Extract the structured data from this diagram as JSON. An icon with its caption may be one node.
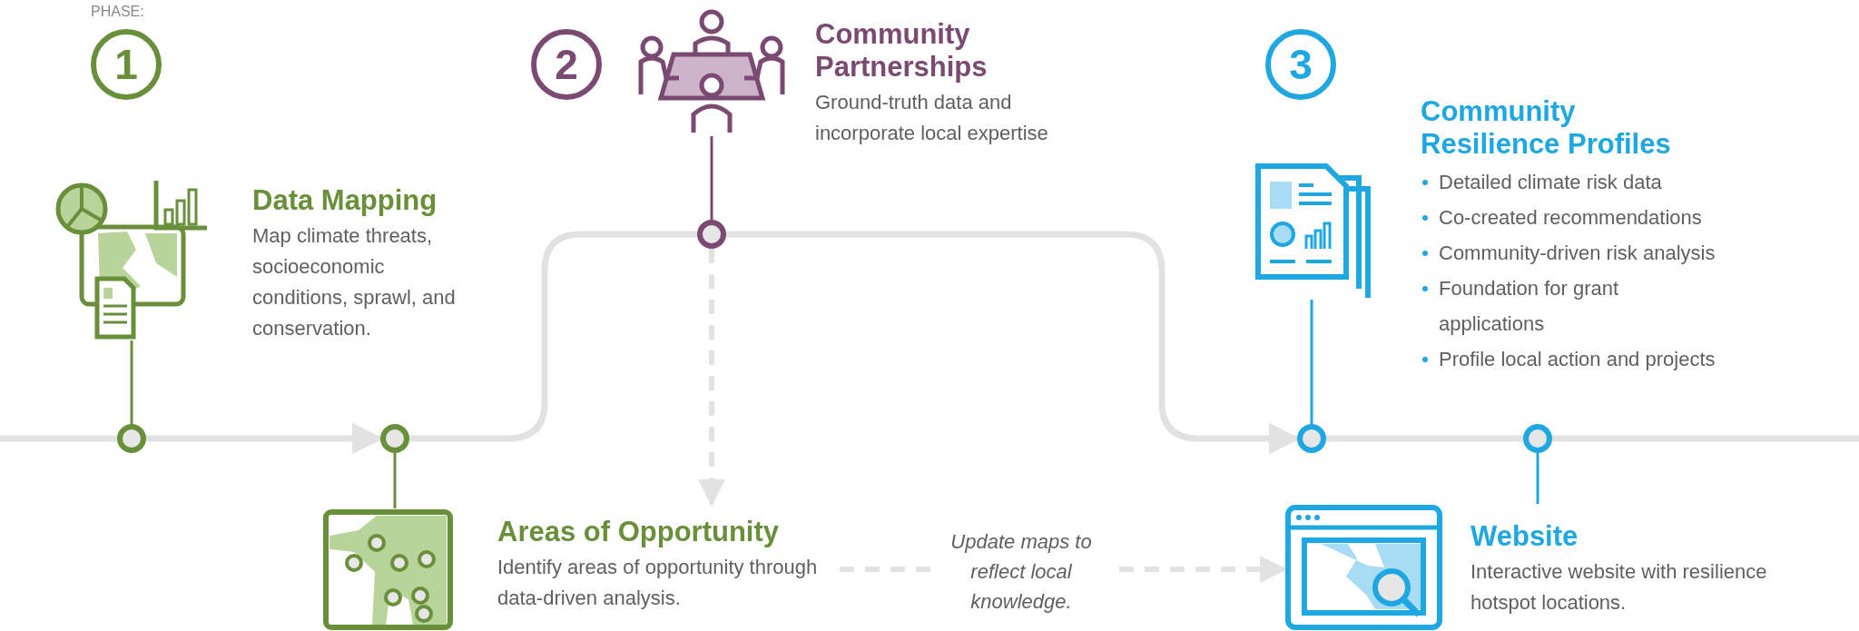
{
  "diagram": {
    "nodes": [
      {
        "text": [
          "1"
        ],
        "beside": [
          "PHASE:"
        ]
      },
      {
        "text": [
          "2"
        ]
      },
      {
        "text": [
          "3"
        ]
      },
      {
        "text": [
          "Data Mapping",
          "Map climate threats, socioeconomic conditions, sprawl, and conservation."
        ]
      },
      {
        "text": [],
        "shape": "circle"
      },
      {
        "text": [],
        "shape": "circle"
      },
      {
        "text": [
          "Areas of Opportunity",
          "Identify areas of opportunity through data-driven analysis."
        ]
      },
      {
        "text": [
          "Community Partnerships",
          "Ground-truth data and incorporate local expertise"
        ]
      },
      {
        "text": [],
        "shape": "circle"
      },
      {
        "text": [
          "Community Resilience Profiles",
          "Detailed climate risk data",
          "Co-created recommendations",
          "Community-driven risk analysis",
          "Foundation for grant applications",
          "Profile local action and projects"
        ]
      },
      {
        "text": [],
        "shape": "circle"
      },
      {
        "text": [],
        "shape": "circle"
      },
      {
        "text": [
          "Website",
          "Interactive website with resilience hotspot locations."
        ]
      }
    ],
    "edges": [
      {
        "from": null,
        "to": 4,
        "arrow": "none"
      },
      {
        "from": 4,
        "to": 5,
        "arrow": "to"
      },
      {
        "from": 5,
        "to": 8,
        "arrow": "none"
      },
      {
        "from": 8,
        "to": 10,
        "arrow": "to"
      },
      {
        "from": 10,
        "to": 11,
        "arrow": "none"
      },
      {
        "from": 11,
        "to": null,
        "arrow": "none"
      },
      {
        "from": 3,
        "to": 4,
        "arrow": "none",
        "color": "#6a8f3a"
      },
      {
        "from": 5,
        "to": 6,
        "arrow": "none",
        "color": "#6a8f3a"
      },
      {
        "from": 7,
        "to": 8,
        "arrow": "none",
        "color": "#7b4a72"
      },
      {
        "from": 9,
        "to": 10,
        "arrow": "none",
        "color": "#1ea7e0"
      },
      {
        "from": 11,
        "to": 12,
        "arrow": "none",
        "color": "#1ea7e0"
      },
      {
        "from": 8,
        "to": 6,
        "arrow": "to",
        "style": "dashed"
      },
      {
        "from": 6,
        "to": 12,
        "arrow": "to",
        "style": "dashed",
        "label": "Update maps to reflect local knowledge."
      }
    ]
  }
}
